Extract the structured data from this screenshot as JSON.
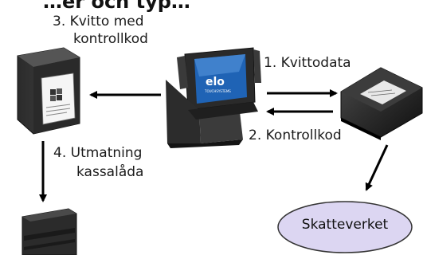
{
  "title": "…er och typ…",
  "steps": {
    "step3": {
      "line1": "3. Kvitto med",
      "line2": "kontrollkod"
    },
    "step1": "1. Kvittodata",
    "step2": "2. Kontrollkod",
    "step4": {
      "line1": "4. Utmatning",
      "line2": "kassalåda"
    }
  },
  "nodes": {
    "register_brand": "elo",
    "register_sub": "TOUCHSYSTEMS",
    "authority": "Skatteverket"
  },
  "colors": {
    "arrow": "#000000",
    "ellipse_fill": "#dcd6f2",
    "ellipse_stroke": "#333333",
    "device_dark": "#1e1e1e",
    "screen_blue": "#1f63b5"
  }
}
